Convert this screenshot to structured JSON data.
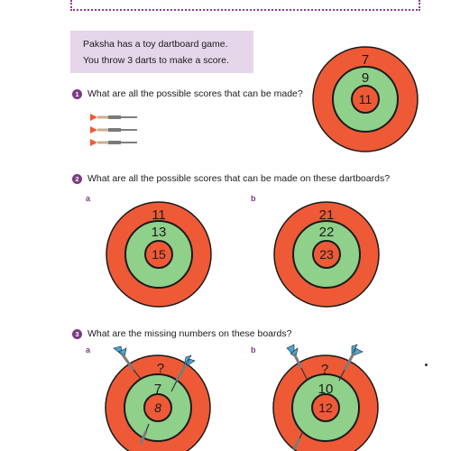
{
  "intro": {
    "line1": "Paksha has a toy dartboard game.",
    "line2": "You throw 3 darts to make a score."
  },
  "q1": {
    "number": "1",
    "text": "What are all the possible scores that can be made?",
    "board": {
      "outer": "7",
      "middle": "9",
      "inner": "11"
    }
  },
  "q2": {
    "number": "2",
    "text": "What are all the possible scores that can be made on these dartboards?",
    "a": {
      "label": "a",
      "outer": "11",
      "middle": "13",
      "inner": "15"
    },
    "b": {
      "label": "b",
      "outer": "21",
      "middle": "22",
      "inner": "23"
    }
  },
  "q3": {
    "number": "3",
    "text": "What are the missing numbers on these boards?",
    "a": {
      "label": "a",
      "outer": "?",
      "middle": "7",
      "inner": "8"
    },
    "b": {
      "label": "b",
      "outer": "?",
      "middle": "10",
      "inner": "12"
    }
  },
  "colors": {
    "outer_ring": "#ee5a36",
    "middle_ring": "#8fd08a",
    "inner_ring": "#ee5a36",
    "outline": "#1a1a1a",
    "accent": "#7c3a86",
    "intro_bg": "#e6d6ea"
  }
}
